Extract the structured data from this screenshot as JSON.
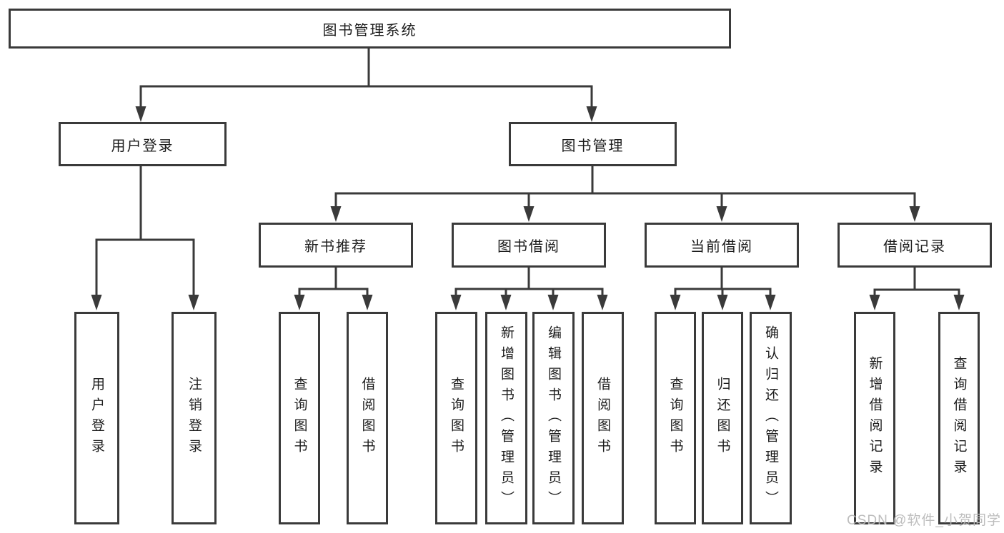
{
  "diagram": {
    "root": {
      "label": "图书管理系统"
    },
    "branches": [
      {
        "label": "用户登录",
        "children": [
          {
            "label": "用户登录"
          },
          {
            "label": "注销登录"
          }
        ]
      },
      {
        "label": "图书管理",
        "children": [
          {
            "label": "新书推荐",
            "children": [
              {
                "label": "查询图书"
              },
              {
                "label": "借阅图书"
              }
            ]
          },
          {
            "label": "图书借阅",
            "children": [
              {
                "label": "查询图书"
              },
              {
                "label": "新增图书（管理员）"
              },
              {
                "label": "编辑图书（管理员）"
              },
              {
                "label": "借阅图书"
              }
            ]
          },
          {
            "label": "当前借阅",
            "children": [
              {
                "label": "查询图书"
              },
              {
                "label": "归还图书"
              },
              {
                "label": "确认归还（管理员）"
              }
            ]
          },
          {
            "label": "借阅记录",
            "children": [
              {
                "label": "新增借阅记录"
              },
              {
                "label": "查询借阅记录"
              }
            ]
          }
        ]
      }
    ]
  },
  "watermark": {
    "text": "CSDN @软件_小贺同学"
  },
  "colors": {
    "line": "#3a3a3a",
    "text": "#1c1c1c",
    "watermark": "#b9b9b9"
  }
}
